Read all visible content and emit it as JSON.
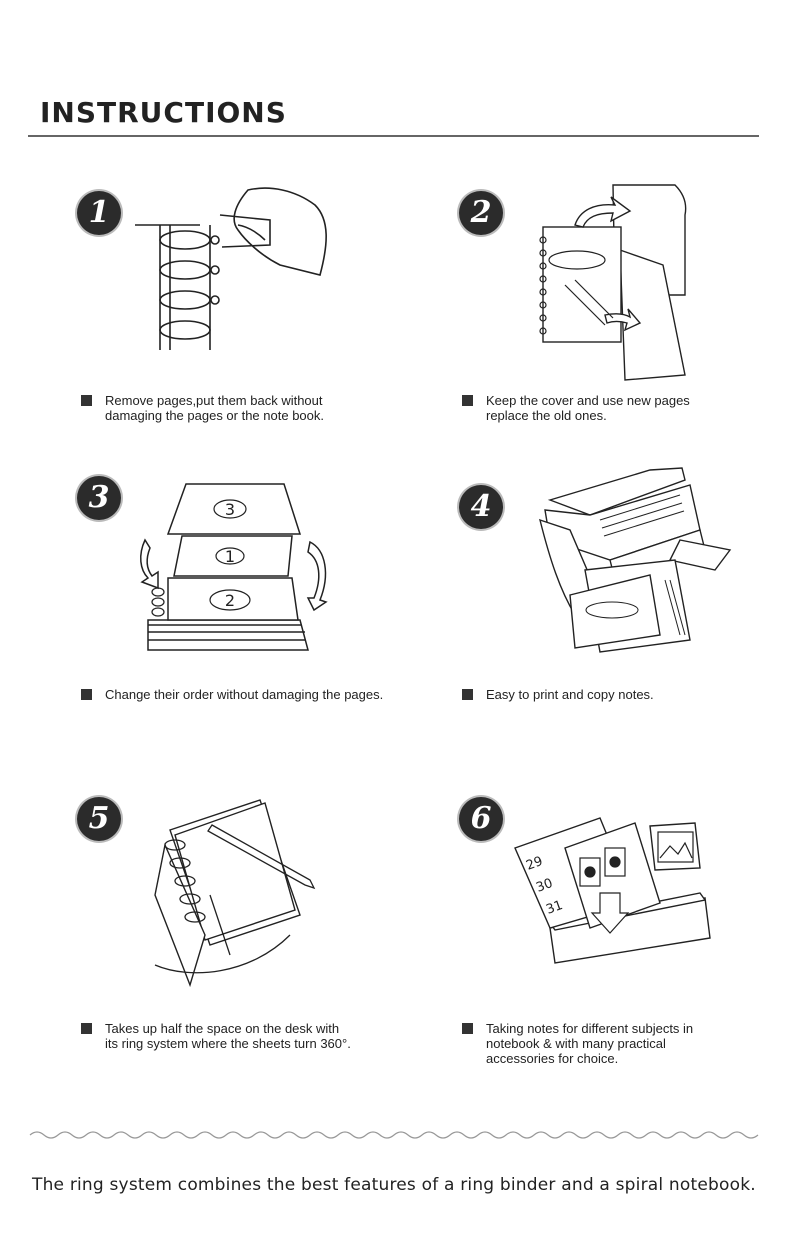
{
  "header": {
    "title": "INSTRUCTIONS"
  },
  "steps": [
    {
      "number": "1",
      "caption": "Remove pages,put them back without\ndamaging the pages or the note book."
    },
    {
      "number": "2",
      "caption": "Keep the cover and use new pages\nreplace the old ones."
    },
    {
      "number": "3",
      "caption": "Change their order without damaging the pages.",
      "page_labels": [
        "3",
        "1",
        "2"
      ]
    },
    {
      "number": "4",
      "caption": "Easy to print and copy notes."
    },
    {
      "number": "5",
      "caption": "Takes up half the space on the desk with\nits ring system where the sheets turn 360°."
    },
    {
      "number": "6",
      "caption": "Taking notes for different subjects in\nnotebook & with many practical\naccessories for choice.",
      "calendar_labels": [
        "29",
        "30",
        "31"
      ]
    }
  ],
  "footer": {
    "text": "The ring system combines the best features of a ring binder and a spiral notebook."
  }
}
